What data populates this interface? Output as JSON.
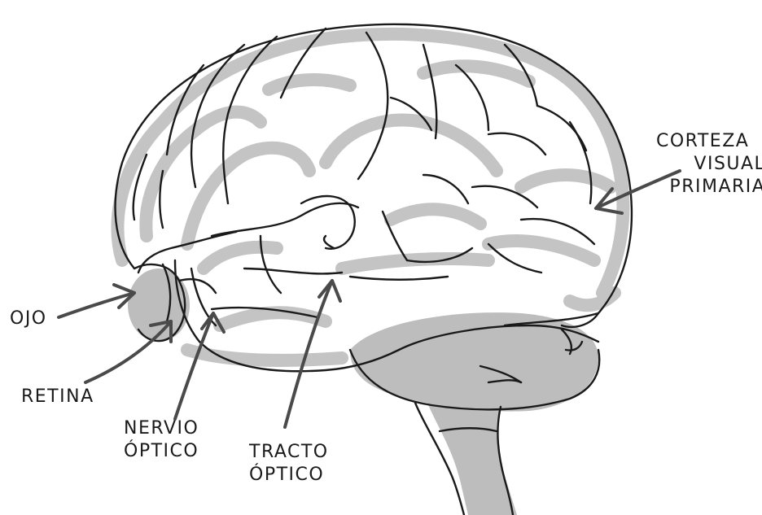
{
  "labels": {
    "corteza_visual": {
      "line1": "CORTEZA",
      "line2": "VISUAL",
      "line3": "PRIMARIA"
    },
    "ojo": "OJO",
    "retina": "RETINA",
    "nervio_optico": {
      "line1": "NERVIO",
      "line2": "ÓPTICO"
    },
    "tracto_optico": {
      "line1": "TRACTO",
      "line2": "ÓPTICO"
    }
  },
  "colors": {
    "ink": "#1a1a1a",
    "brain_fill": "#bdbdbd",
    "background": "#ffffff"
  }
}
